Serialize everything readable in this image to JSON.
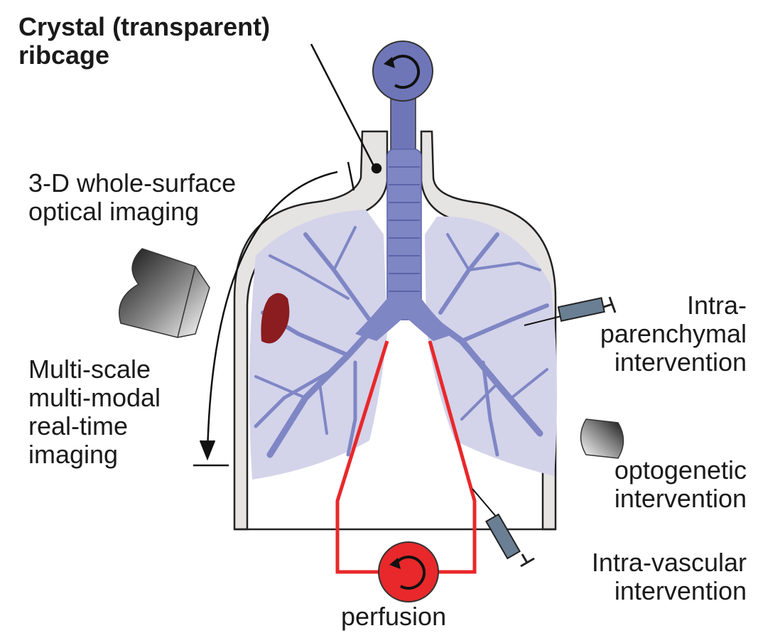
{
  "labels": {
    "ribcage": "Crystal (transparent)\nribcage",
    "surface_imaging": "3-D whole-surface\noptical imaging",
    "multiscale_imaging": "Multi-scale\nmulti-modal\nreal-time\nimaging",
    "parenchymal": "Intra-\nparenchymal\nintervention",
    "optogenetic": "optogenetic\nintervention",
    "vascular": "Intra-vascular\nintervention",
    "perfusion": "perfusion"
  },
  "colors": {
    "ribcage_fill": "#e6e3e3",
    "lung_fill": "#d3d3ea",
    "airway": "#7f86c4",
    "ventilator": "#6f76b8",
    "perfusion": "#e8282b",
    "tumor": "#8b1c1f"
  },
  "icons": [
    "ventilator-pump-icon",
    "perfusion-pump-icon",
    "camera-icon",
    "light-source-icon",
    "syringe-icon"
  ]
}
